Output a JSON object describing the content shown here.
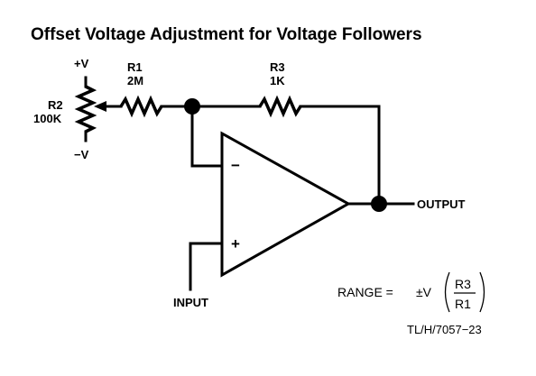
{
  "title": "Offset Voltage Adjustment for Voltage Followers",
  "components": {
    "r1": {
      "name": "R1",
      "value": "2M"
    },
    "r2": {
      "name": "R2",
      "value": "100K"
    },
    "r3": {
      "name": "R3",
      "value": "1K"
    }
  },
  "supplies": {
    "positive": "+V",
    "negative": "−V"
  },
  "opamp": {
    "inverting_symbol": "−",
    "noninverting_symbol": "+"
  },
  "terminals": {
    "output": "OUTPUT",
    "input": "INPUT"
  },
  "formula": {
    "prefix": "RANGE =",
    "sign": "±V",
    "numerator": "R3",
    "denominator": "R1"
  },
  "figure_id": "TL/H/7057−23"
}
